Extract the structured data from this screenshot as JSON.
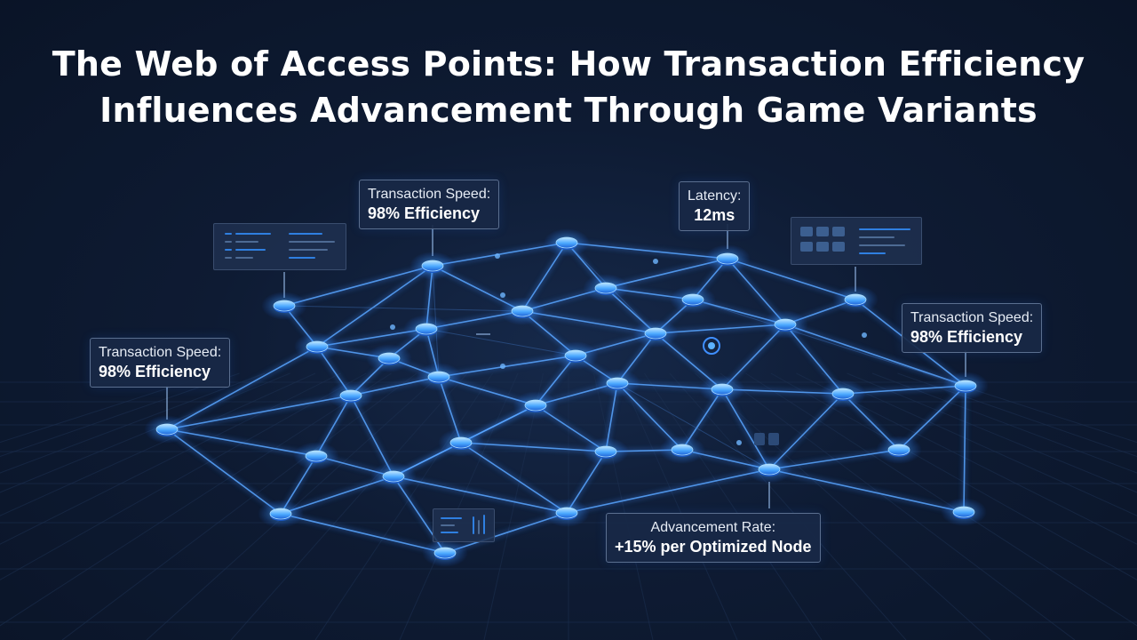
{
  "title": {
    "line1": "The Web of Access Points: How Transaction Efficiency",
    "line2": "Influences Advancement Through Game Variants"
  },
  "callouts": {
    "speed_top": {
      "label": "Transaction Speed:",
      "value": "98% Efficiency"
    },
    "latency": {
      "label": "Latency:",
      "value": "12ms"
    },
    "speed_left": {
      "label": "Transaction Speed:",
      "value": "98% Efficiency"
    },
    "speed_right": {
      "label": "Transaction Speed:",
      "value": "98% Efficiency"
    },
    "advancement": {
      "label": "Advancement Rate:",
      "value": "+15% per Optimized Node"
    }
  },
  "colors": {
    "background": "#0e1b33",
    "node": "#3fa4ff",
    "link": "#3b8cff",
    "callout_border": "#5b6f8f"
  }
}
